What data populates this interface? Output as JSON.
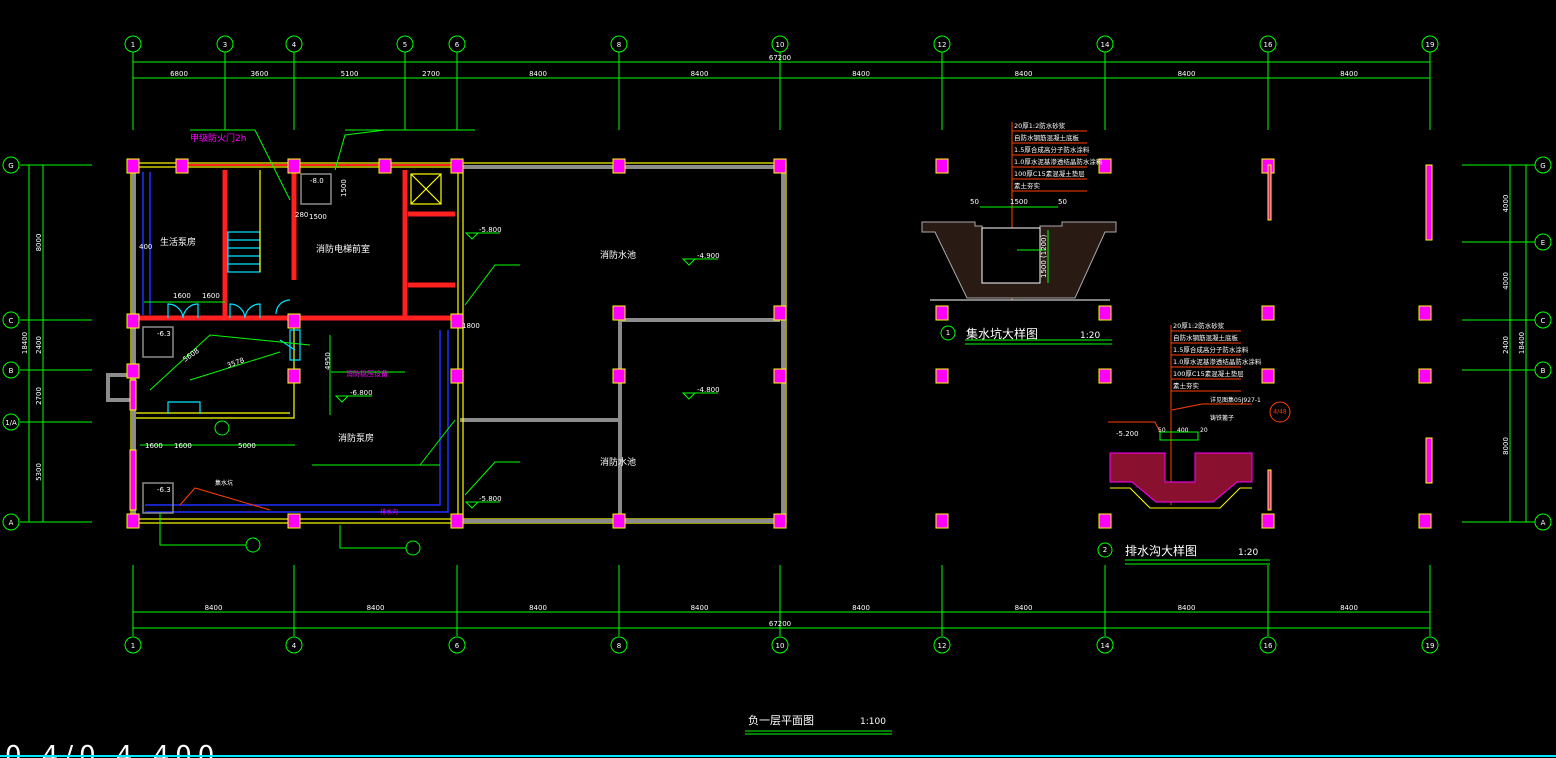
{
  "drawing": {
    "title": "负一层平面图",
    "scale": "1:100",
    "bottom_cut_text": "0 4/0 4 400"
  },
  "axes": {
    "columns": [
      "1",
      "3",
      "4",
      "5",
      "6",
      "8",
      "10",
      "12",
      "14",
      "16",
      "19"
    ],
    "bottom_columns": [
      "1",
      "4",
      "6",
      "8",
      "10",
      "12",
      "14",
      "16",
      "19"
    ],
    "rows_left": [
      "G",
      "C",
      "B",
      "1/A",
      "A"
    ],
    "rows_right": [
      "G",
      "E",
      "C",
      "B",
      "A"
    ]
  },
  "dimensions": {
    "top_total": "67200",
    "top_spans": [
      "6800",
      "3600",
      "5100",
      "2700",
      "8400",
      "8400",
      "8400",
      "8400",
      "8400",
      "8400"
    ],
    "bottom_total": "67200",
    "bottom_spans": [
      "8400",
      "8400",
      "8400",
      "8400",
      "8400",
      "8400",
      "8400",
      "8400"
    ],
    "left_total": "18400",
    "left_spans": [
      "8000",
      "2400",
      "2700",
      "5300"
    ],
    "right_total": "18400",
    "right_spans": [
      "4000",
      "4000",
      "2400",
      "8000"
    ]
  },
  "rooms": {
    "domestic_pump": "生活泵房",
    "fire_elevator_lobby": "消防电梯前室",
    "fire_pump": "消防泵房",
    "fire_pool_1": "消防水池",
    "fire_pool_2": "消防水池"
  },
  "levels": {
    "l1": "-5.800",
    "l2": "-4.900",
    "l3": "-6.800",
    "l4": "-4.800",
    "l5": "-5.800",
    "pit1": "-8.0",
    "pit2": "-6.3",
    "pit3": "-6.3"
  },
  "plan_dims": {
    "d400": "400",
    "d1600a": "1600",
    "d1600b": "1600",
    "d280": "280",
    "d1500a": "1500",
    "d1500b": "1500",
    "d1600c": "1600",
    "d1600d": "1600",
    "d5000": "5000",
    "d4950": "4950",
    "d1800": "1800",
    "d5608": "5608",
    "d3578": "3578"
  },
  "notes": {
    "fire_door": "甲级防火门2h",
    "pump_note": "消防稳压设备",
    "sump_note": "集水坑",
    "drain_note": "排水沟"
  },
  "detail1": {
    "marker": "1",
    "title": "集水坑大样图",
    "scale": "1:20",
    "layers": [
      "20厚1:2防水砂浆",
      "自防水钢筋混凝土底板",
      "1.5厚合成高分子防水涂料",
      "1.0厚水泥基渗透结晶防水涂料",
      "100厚C15素混凝土垫层",
      "素土夯实"
    ],
    "dims": [
      "50",
      "1500",
      "50",
      "1500 (1200)"
    ]
  },
  "detail2": {
    "marker": "2",
    "title": "排水沟大样图",
    "scale": "1:20",
    "layers": [
      "20厚1:2防水砂浆",
      "自防水钢筋混凝土底板",
      "1.5厚合成高分子防水涂料",
      "1.0厚水泥基渗透结晶防水涂料",
      "100厚C15素混凝土垫层",
      "素土夯实"
    ],
    "level": "-5.200",
    "dims": [
      "50",
      "400",
      "20"
    ],
    "ref": "详见图集05J927-1",
    "ref_note": "铸铁篦子",
    "ref_bubble": "4/48"
  }
}
